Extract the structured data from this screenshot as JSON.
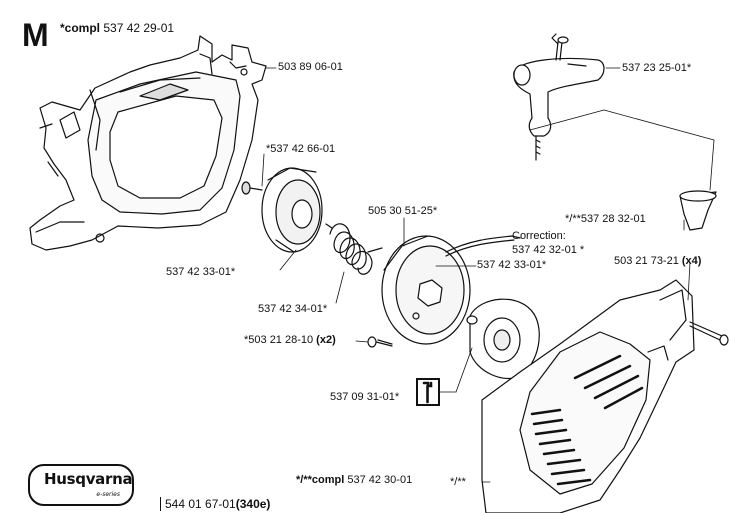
{
  "section_letter": "M",
  "header": {
    "prefix": "*compl",
    "number": " 537 42 29-01"
  },
  "labels": {
    "p_503_89_06": "503 89 06-01",
    "p_537_23_25": "537 23 25-01*",
    "p_537_42_66": "*537 42 66-01",
    "p_505_30_51": "505 30 51-25*",
    "p_correction_title": "Correction:",
    "p_correction_num": "537 42 32-01 *",
    "p_537_42_33_right": "537 42 33-01*",
    "p_537_28_32": "*/**537 28 32-01",
    "p_503_21_73": "503 21 73-21 ",
    "p_503_21_73_qty": "(x4)",
    "p_537_42_33_left": "537 42 33-01*",
    "p_537_42_34": "537 42 34-01*",
    "p_503_21_28": "*503 21 28-10 ",
    "p_503_21_28_qty": "(x2)",
    "p_537_09_31": "537 09 31-01*",
    "p_compl_bottom_prefix": "*/**compl",
    "p_compl_bottom_num": " 537 42 30-01",
    "p_star_star": "*/**"
  },
  "logo": {
    "brand": "Husqvarna",
    "sub": "e-series"
  },
  "footer": {
    "number": "544 01 67-01",
    "model": "(340e)"
  }
}
